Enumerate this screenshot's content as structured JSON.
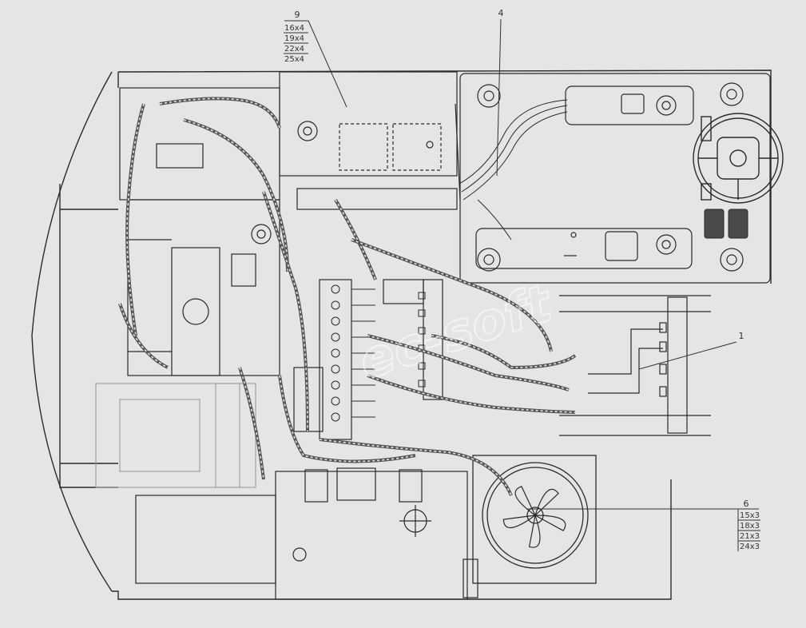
{
  "callouts": [
    {
      "id": "9",
      "sizes": [
        "16x4",
        "19x4",
        "22x4",
        "25x4"
      ]
    },
    {
      "id": "4",
      "sizes": []
    },
    {
      "id": "1",
      "sizes": []
    },
    {
      "id": "6",
      "sizes": [
        "15x3",
        "18x3",
        "21x3",
        "24x3"
      ]
    }
  ],
  "watermark": "ec-soft",
  "colors": {
    "background": "#e5e5e5",
    "line": "#2a2a2a",
    "hose": "#555555"
  }
}
